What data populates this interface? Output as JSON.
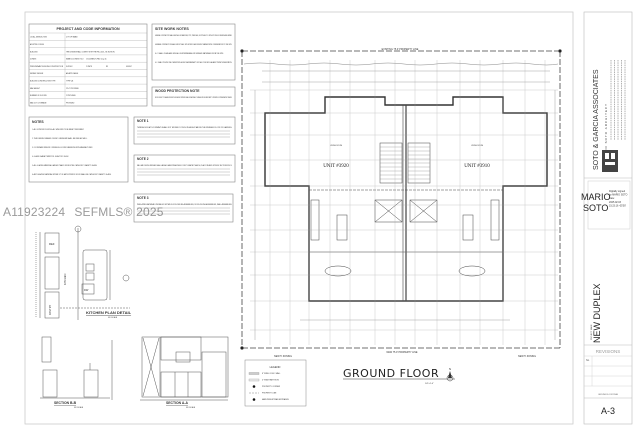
{
  "project_info": {
    "title": "PROJECT AND CODE INFORMATION",
    "rows": [
      [
        "LOCAL JURISDICTION",
        "CITY OF MIAMI"
      ],
      [
        "ADOPTED CODES",
        ""
      ],
      [
        "BUILDING",
        "THE DESIGN SHALL COMPLY WITH THE FBC 2023 - 8th EDITION"
      ],
      [
        "ZONING",
        "MIAMI 21 ZONING T3-O",
        "OCCUPANCY (FBC Chap 3)"
      ],
      [
        "PREDOMINANT BUILDING CONSTRUCTION",
        "DUPLEX",
        "2 UNITS",
        "R3",
        "GROUP"
      ],
      [
        "SEISMIC DESIGN",
        "AS APPLICABLE"
      ],
      [
        "BUILDING CONSTRUCTION TYPE",
        "TYPE V-B"
      ],
      [
        "MAX HEIGHT",
        "25'-0\" PROVIDED"
      ],
      [
        "NUMBER OF FLOORS",
        "2 PROVIDED"
      ],
      [
        "MAX LOT COVERAGE",
        "PROVIDED"
      ]
    ]
  },
  "site_work_notes": {
    "title": "SITE WORK NOTES",
    "paragraphs": [
      "GENERAL CONTRACTOR SHALL KEEP ALL EXCAVATIONS, PITS, TRENCHES, FOOTINGS ETC. WITHOUT FREE OF DEBRIS AND WATER.",
      "GENERAL CONTRACTOR SHALL EXECUTE ALL SITE WORK IN AN ORDERLY MANNER WITH CONSIDERATION TO THE SITE.",
      "G.C. SHALL CLEAN AND GRUB ALL SUBTERRANEAN OR SURFACE MATERIALS FROM THE SITE.",
      "G.C. SHALL PROVIDE THE OWNER WITH A ONE YEAR WARRANTY FOR ALL POISONOUS AGAINST TERMITE INFESTATION."
    ]
  },
  "wood_protection_note": {
    "title": "WOOD PROTECTION NOTE",
    "text": "WOOD SUBJECT TO DAMAGE FROM BOTH DECAY AND TERMITES SHALL BE NATURALLY DURABLE SPECIES RESISTANT TO TERMITES OR PRESERVATIVE TREATED."
  },
  "notes": {
    "title": "NOTES",
    "items": [
      "1. ALL EXTERIOR DOORS & ALL WINDOWS TO BE IMPACT RESISTANT.",
      "2. THIS DESIGN IS BASED ON FBC. ENGINEER SHALL BE USED AS WELL.",
      "3. COORDINATE WINDOW / OPENINGS & DOORS DIMENSIONS WITH MANUFACTURER.",
      "4. GLASS CHARACTERISTICS: U-FACTOR / SHGC.",
      "5. ALL GLAZING MATERIAL LARGER THAN 9 SF MUST BE CATEGORY II SAFETY GLASS.",
      "6. ANY GLAZING MATERIAL WITHIN 24\" OF ANY EXTERIOR DOOR SHALL BE CATEGORY II SAFETY GLASS."
    ]
  },
  "note_1": {
    "title": "NOTE 1",
    "text": "THRESHOLDS AT DOORWAYS SHALL NOT EXCEED 1/2 INCH IN HEIGHT ABOVE THE FINISHED FLOOR OR LANDING."
  },
  "note_2": {
    "title": "NOTE 2",
    "text": "WALL AND CEILING FINISHES SHALL HAVE A FLAME SPREAD INDEX OF NOT GREATER THAN 200, IN ACCORDANCE WITH FBC SECTIONS R302.9."
  },
  "note_3": {
    "title": "NOTE 3",
    "text": "INSULATING MATERIALS INSTALLED WITHIN FLOOR-CEILING ASSEMBLIES, ROOF-CEILING ASSEMBLIES, WALL ASSEMBLIES."
  },
  "watermark": {
    "listing_id": "A11923224",
    "mls": "SEFMLS® 2025"
  },
  "kitchen": {
    "title": "KITCHEN PLAN DETAIL",
    "scale": "NO SCALE",
    "labels": {
      "ref": "REF",
      "pantry": "PANTRY",
      "kitchen": "KITCHEN",
      "dw": "DW"
    }
  },
  "section_b": {
    "title": "SECTION B-B",
    "scale": "NO SCALE"
  },
  "section_a": {
    "title": "SECTION A-A",
    "scale": "NO SCALE"
  },
  "floor_plan": {
    "top_line": "EXISTING 75.0' PROPERTY LINE",
    "bottom_line": "NEW 75.0' PROPERTY LINE",
    "unit_left": "UNIT #3920",
    "unit_right": "UNIT #3910",
    "living_room": "LIVING ROOM",
    "setback_left": "NEW 5' ZONING",
    "setback_right": "NEW 5' ZONING",
    "title": "GROUND FLOOR",
    "title_scale": "1/4\"=1'-0\"",
    "north": "N"
  },
  "legend": {
    "title": "LEGEND",
    "items": [
      "8\" WIDE  CONC. WALL",
      "4\" WIDE  PARTITION",
      "PROPERTY CORNER",
      "PROPERTY LINE",
      "MAIN PEDESTRIAN ENTRANCE"
    ]
  },
  "title_block": {
    "firm": "SOTO & GARCIA ASSOCIATES",
    "architect": "MARIO SOTO ARCHITECT",
    "signature_name_1": "MARIO",
    "signature_name_2": "SOTO",
    "signature_text": [
      "Digitally signed",
      "by MARIO SOTO",
      "Date:",
      "2025.02.03",
      "15:23:16 -05'00'"
    ],
    "project_label": "PROJECT NAME",
    "project_name": "NEW DUPLEX",
    "revisions_title": "REVISIONS",
    "revisions_no": "No.",
    "sheet_title": "GROUND FLOOR PLAN",
    "sheet_number": "A-3"
  }
}
